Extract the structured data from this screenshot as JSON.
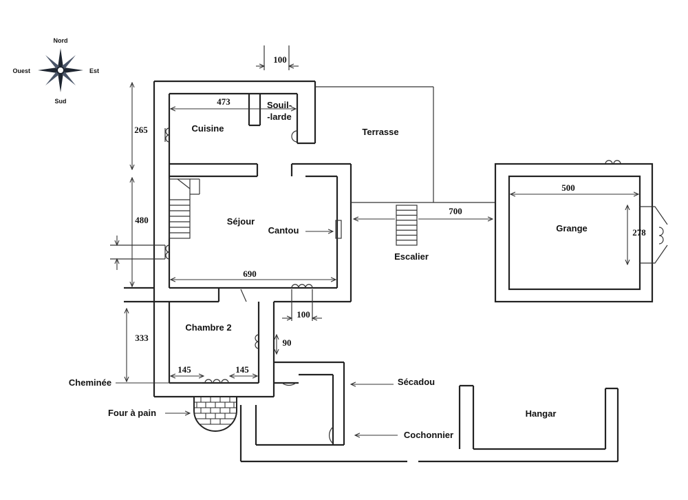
{
  "compass": {
    "north": "Nord",
    "south": "Sud",
    "east": "Est",
    "west": "Ouest"
  },
  "rooms": {
    "cuisine": "Cuisine",
    "souillarde_1": "Souil-",
    "souillarde_2": "-larde",
    "terrasse": "Terrasse",
    "sejour": "Séjour",
    "cantou": "Cantou",
    "escalier": "Escalier",
    "grange": "Grange",
    "chambre2": "Chambre 2",
    "hangar": "Hangar"
  },
  "callouts": {
    "cheminee": "Cheminée",
    "four": "Four à pain",
    "secadou": "Sécadou",
    "cochonnier": "Cochonnier"
  },
  "dimensions": {
    "d100_top": "100",
    "d473": "473",
    "d265": "265",
    "d480": "480",
    "d690": "690",
    "d100_mid": "100",
    "d333": "333",
    "d90": "90",
    "d145_left": "145",
    "d145_right": "145",
    "d700": "700",
    "d500": "500",
    "d278": "278"
  }
}
